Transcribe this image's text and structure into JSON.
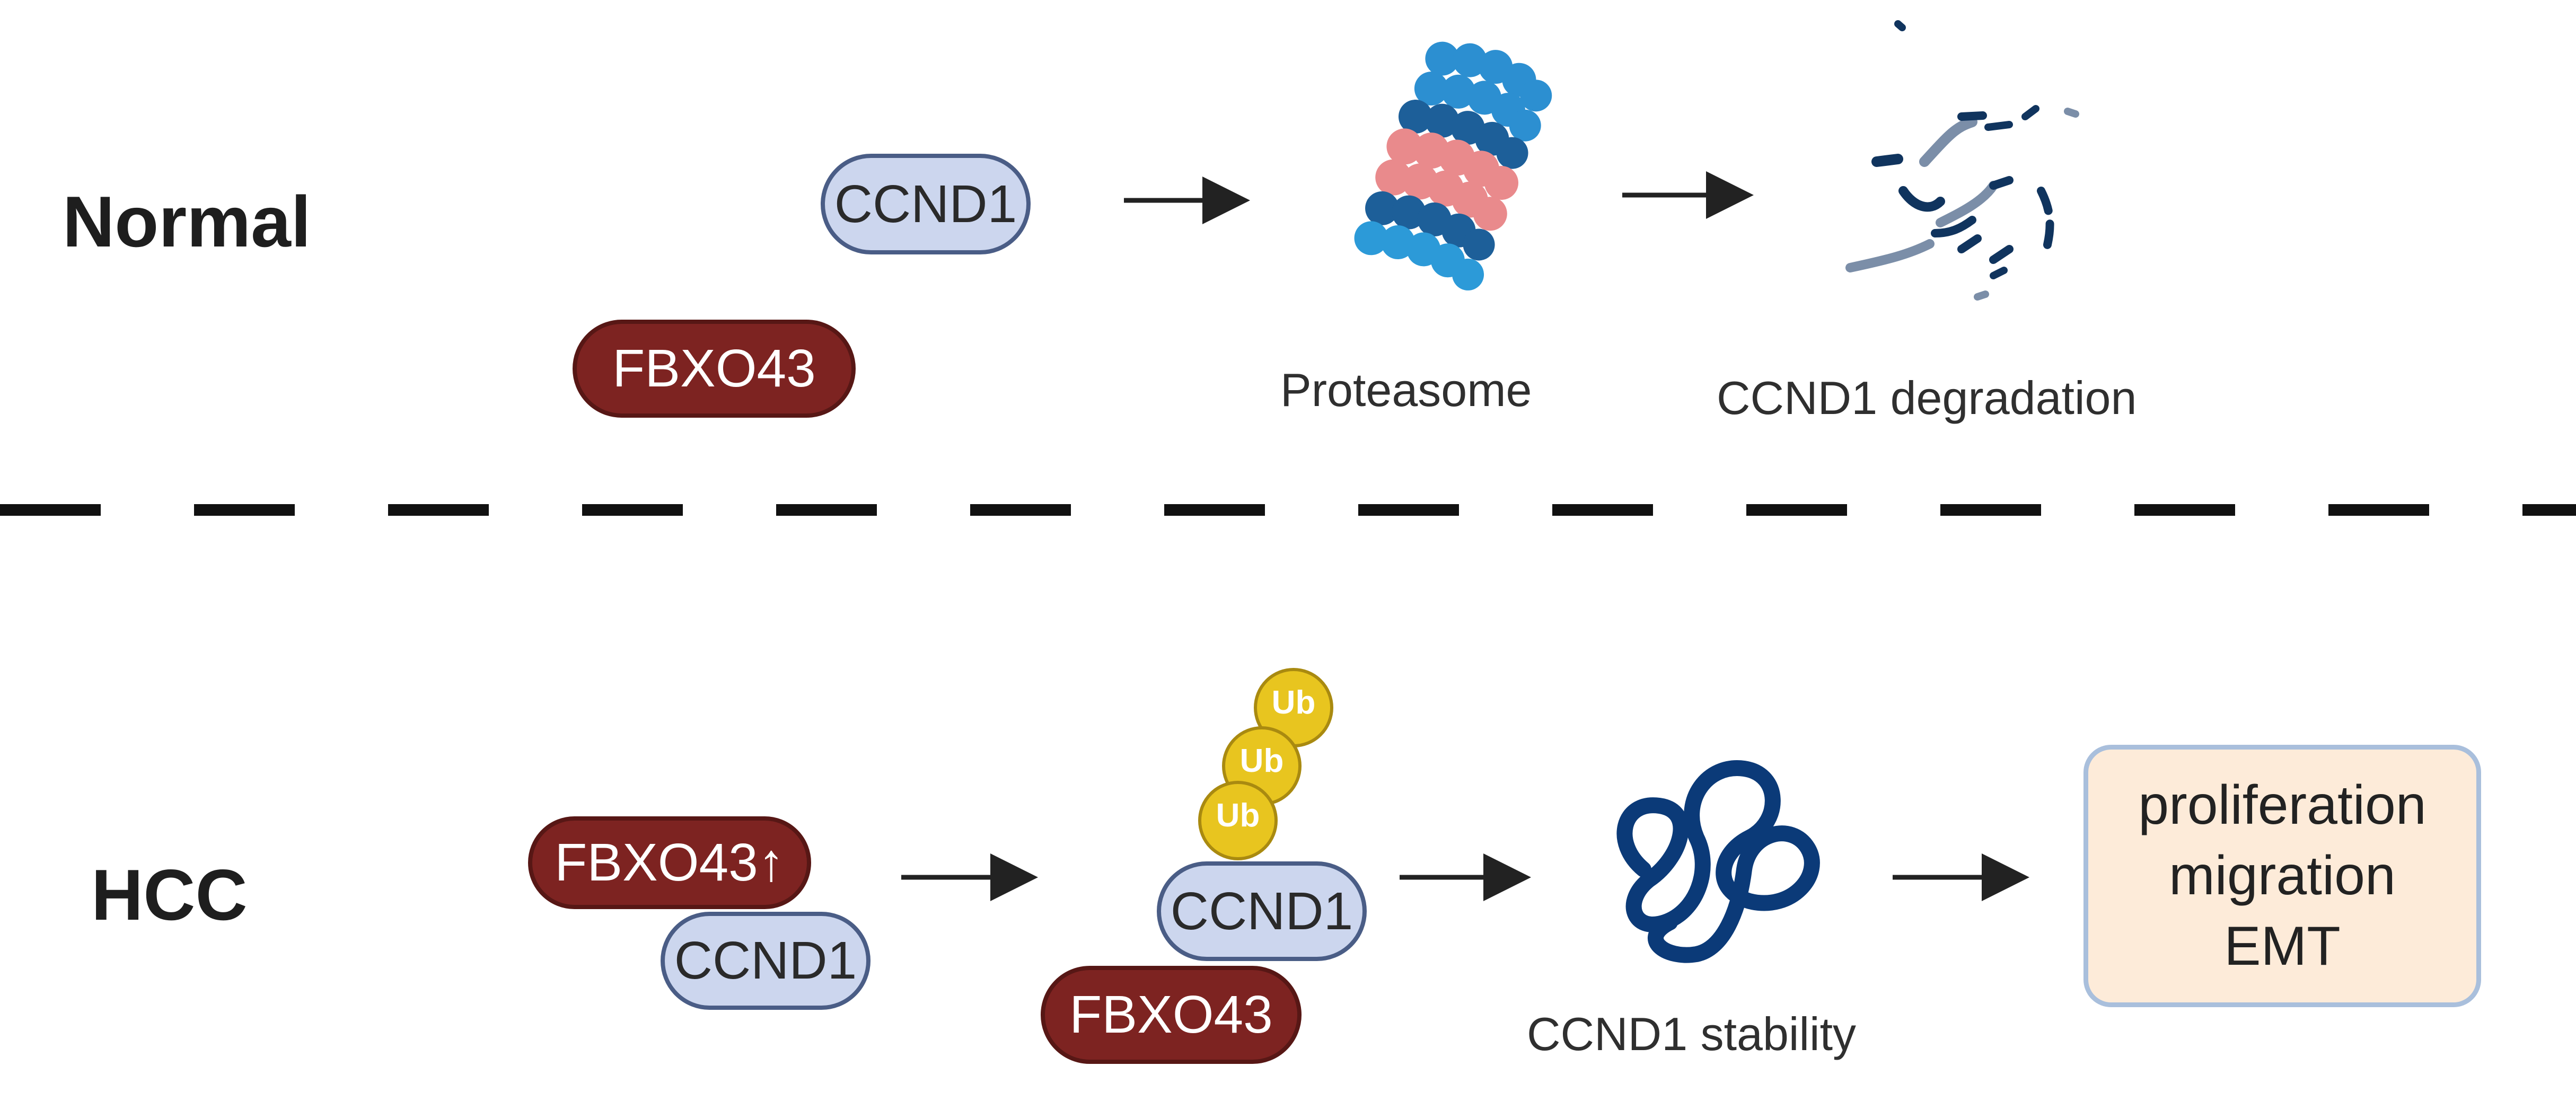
{
  "normal": {
    "label": "Normal",
    "ccnd1": "CCND1",
    "fbxo43": "FBXO43",
    "proteasome_label": "Proteasome",
    "degradation_label": "CCND1 degradation"
  },
  "hcc": {
    "label": "HCC",
    "fbxo43_up": "FBXO43↑",
    "ccnd1_a": "CCND1",
    "ub_1": "Ub",
    "ub_2": "Ub",
    "ub_3": "Ub",
    "ccnd1_b": "CCND1",
    "fbxo43_b": "FBXO43",
    "stability_label": "CCND1 stability",
    "outcomes": [
      "proliferation",
      "migration",
      "EMT"
    ]
  },
  "colors": {
    "ccnd1_fill": "#ccd6ee",
    "fbxo43_fill": "#7d2321",
    "ub_fill": "#e8c51f",
    "outcome_fill": "#fdebd9",
    "outcome_border": "#a9bfdc",
    "protein_coil": "#0b3a78"
  }
}
